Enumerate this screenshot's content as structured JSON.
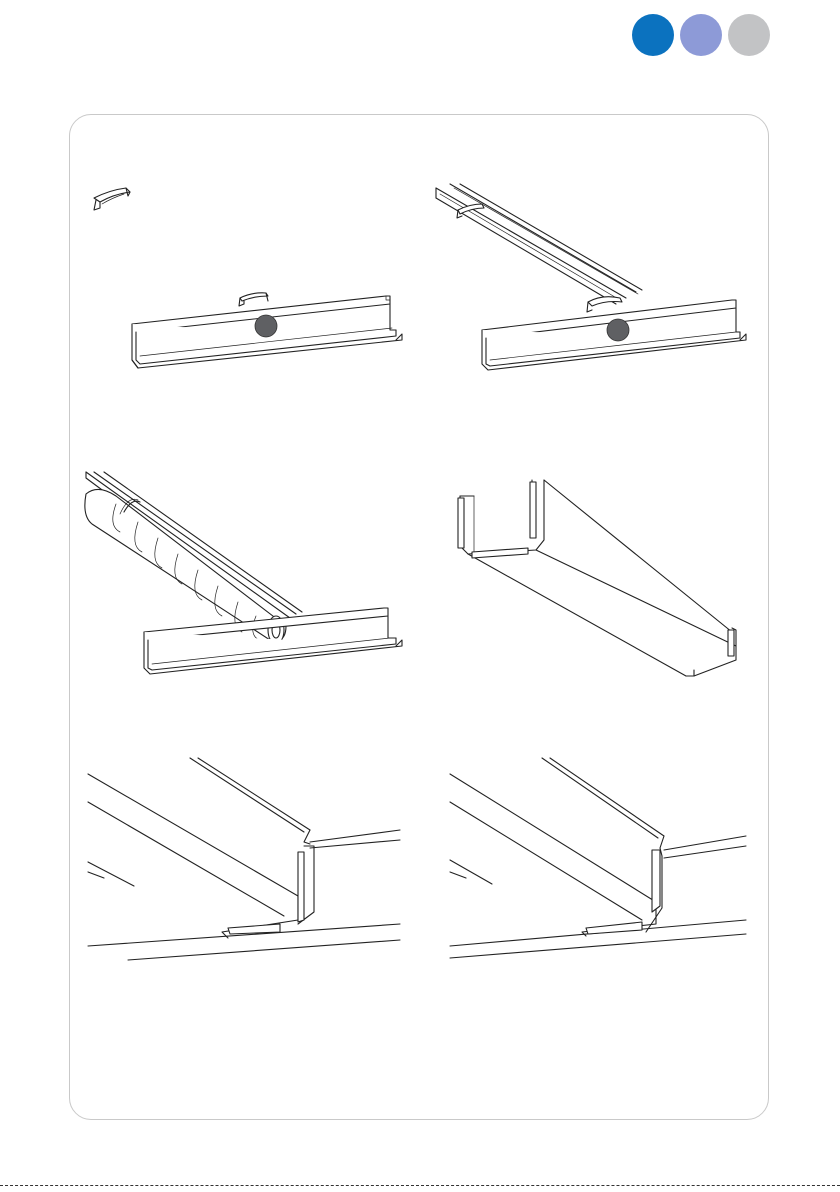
{
  "page_indicator": {
    "dots": [
      {
        "color": "#0b72bf",
        "state": "active"
      },
      {
        "color": "#8d9ad7",
        "state": "inactive"
      },
      {
        "color": "#c2c3c5",
        "state": "inactive"
      }
    ]
  },
  "frame": {
    "border_color": "#c9c9c9"
  },
  "steps": [
    {
      "id": "step-1",
      "illustration": "clip-mounted-on-gutter-profile",
      "marker": true
    },
    {
      "id": "step-2",
      "illustration": "rail-inserted-into-clip",
      "marker": true
    },
    {
      "id": "step-3",
      "illustration": "awning-roller-tube-on-rail",
      "marker": false
    },
    {
      "id": "step-4",
      "illustration": "gutter-profile-with-end-caps",
      "marker": false
    },
    {
      "id": "step-5",
      "illustration": "end-cap-detail-view",
      "marker": false
    },
    {
      "id": "step-6",
      "illustration": "end-cap-fitted-detail-view",
      "marker": false
    }
  ]
}
